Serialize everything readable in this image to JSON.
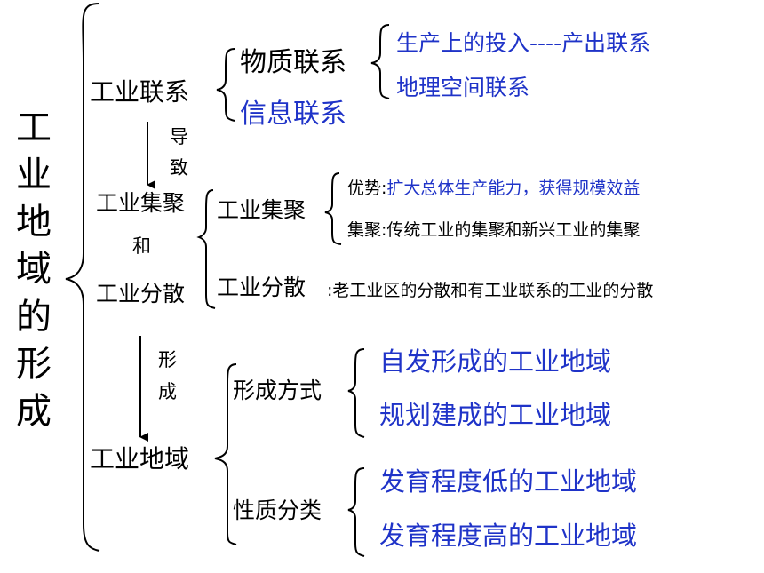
{
  "title_chars": [
    "工",
    "业",
    "地",
    "域",
    "的",
    "形",
    "成"
  ],
  "section1": {
    "head": "工业联系",
    "material": {
      "label": "物质联系",
      "items": [
        "生产上的投入----产出联系",
        "地理空间联系"
      ]
    },
    "info": "信息联系"
  },
  "arrow1": {
    "chars": [
      "导",
      "致"
    ]
  },
  "section2": {
    "head_lines": [
      "工业集聚",
      "和",
      "工业分散"
    ],
    "agglomeration": {
      "label": "工业集聚",
      "advantage_prefix": "优势:",
      "advantage_text": "扩大总体生产能力，获得规模效益",
      "gather_prefix": "集聚:",
      "gather_text": "传统工业的集聚和新兴工业的集聚"
    },
    "dispersion": {
      "label": "工业分散",
      "text": ":老工业区的分散和有工业联系的工业的分散"
    }
  },
  "arrow2": {
    "chars": [
      "形",
      "成"
    ]
  },
  "section3": {
    "head": "工业地域",
    "formation": {
      "label": "形成方式",
      "items": [
        "自发形成的工业地域",
        "规划建成的工业地域"
      ]
    },
    "nature": {
      "label": "性质分类",
      "items": [
        "发育程度低的工业地域",
        "发育程度高的工业地域"
      ]
    }
  },
  "colors": {
    "text": "#000000",
    "accent_blue": "#1f33c8",
    "line": "#000000"
  }
}
